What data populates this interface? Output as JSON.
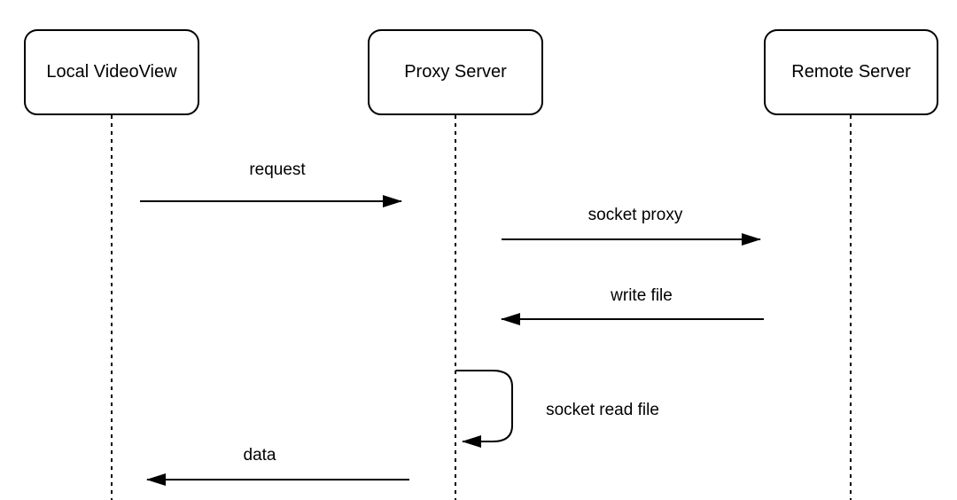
{
  "diagram": {
    "type": "sequence-diagram",
    "colors": {
      "stroke": "#000000",
      "background": "#ffffff",
      "text": "#000000"
    },
    "actors": [
      {
        "id": "local-videoview",
        "label": "Local VideoView"
      },
      {
        "id": "proxy-server",
        "label": "Proxy Server"
      },
      {
        "id": "remote-server",
        "label": "Remote Server"
      }
    ],
    "messages": [
      {
        "label": "request",
        "from": "local-videoview",
        "to": "proxy-server",
        "direction": "right"
      },
      {
        "label": "socket proxy",
        "from": "proxy-server",
        "to": "remote-server",
        "direction": "right"
      },
      {
        "label": "write file",
        "from": "remote-server",
        "to": "proxy-server",
        "direction": "left"
      },
      {
        "label": "socket read file",
        "from": "proxy-server",
        "to": "proxy-server",
        "direction": "self"
      },
      {
        "label": "data",
        "from": "proxy-server",
        "to": "local-videoview",
        "direction": "left"
      }
    ]
  }
}
